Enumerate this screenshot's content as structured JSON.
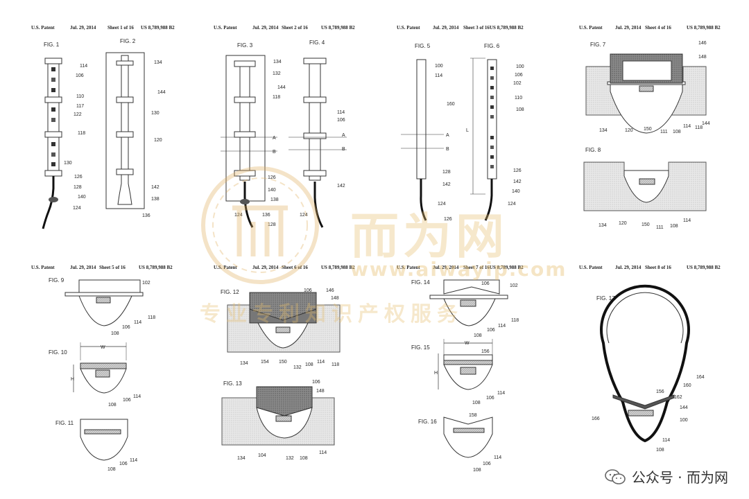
{
  "header": {
    "patent": "U.S. Patent",
    "date": "Jul. 29, 2014",
    "number": "US 8,789,988 B2",
    "sheets": [
      "Sheet 1 of 16",
      "Sheet 2 of 16",
      "Sheet 3 of 16",
      "Sheet 4 of 16",
      "Sheet 5 of 16",
      "Sheet 6 of 16",
      "Sheet 7 of 16",
      "Sheet 8 of 16"
    ]
  },
  "figures": {
    "f1": "FIG. 1",
    "f2": "FIG. 2",
    "f3": "FIG. 3",
    "f4": "FIG. 4",
    "f5": "FIG. 5",
    "f6": "FIG. 6",
    "f7": "FIG. 7",
    "f8": "FIG. 8",
    "f9": "FIG. 9",
    "f10": "FIG. 10",
    "f11": "FIG. 11",
    "f12": "FIG. 12",
    "f13": "FIG. 13",
    "f14": "FIG. 14",
    "f15": "FIG. 15",
    "f16": "FIG. 16",
    "f17": "FIG. 17"
  },
  "refs": {
    "fig1": [
      "114",
      "106",
      "110",
      "117",
      "122",
      "118",
      "130",
      "126",
      "128",
      "140",
      "124"
    ],
    "fig2": [
      "134",
      "144",
      "130",
      "120",
      "142",
      "138",
      "136"
    ],
    "fig3": [
      "134",
      "132",
      "144",
      "118",
      "A",
      "B",
      "126",
      "140",
      "138",
      "124",
      "136",
      "128"
    ],
    "fig4": [
      "114",
      "106",
      "A",
      "B",
      "142",
      "124"
    ],
    "fig5": [
      "100",
      "114",
      "160",
      "A",
      "B",
      "128",
      "142",
      "124",
      "126"
    ],
    "fig6": [
      "100",
      "106",
      "102",
      "110",
      "108",
      "L",
      "126",
      "142",
      "140",
      "124"
    ],
    "fig7": [
      "146",
      "148",
      "134",
      "120",
      "150",
      "111",
      "108",
      "114",
      "144",
      "118"
    ],
    "fig8": [
      "134",
      "120",
      "150",
      "111",
      "108",
      "114"
    ],
    "fig9": [
      "102",
      "118",
      "114",
      "106",
      "108"
    ],
    "fig10": [
      "W",
      "H",
      "114",
      "106",
      "108"
    ],
    "fig11": [
      "114",
      "106",
      "108"
    ],
    "fig12": [
      "106",
      "146",
      "148",
      "134",
      "154",
      "150",
      "132",
      "108",
      "114",
      "118"
    ],
    "fig13": [
      "106",
      "148",
      "134",
      "104",
      "132",
      "108",
      "114"
    ],
    "fig14": [
      "106",
      "102",
      "118",
      "114",
      "106",
      "108"
    ],
    "fig15": [
      "W",
      "156",
      "H",
      "114",
      "106",
      "108"
    ],
    "fig16": [
      "158",
      "114",
      "106",
      "108"
    ],
    "fig17": [
      "164",
      "160",
      "156",
      "162",
      "144",
      "166",
      "100",
      "114",
      "108"
    ]
  },
  "watermark": {
    "cn": "而为网",
    "url": "www.aiwayip.com",
    "tag": "专业专利知识产权服务"
  },
  "footer": {
    "text": "公众号 · 而为网"
  }
}
